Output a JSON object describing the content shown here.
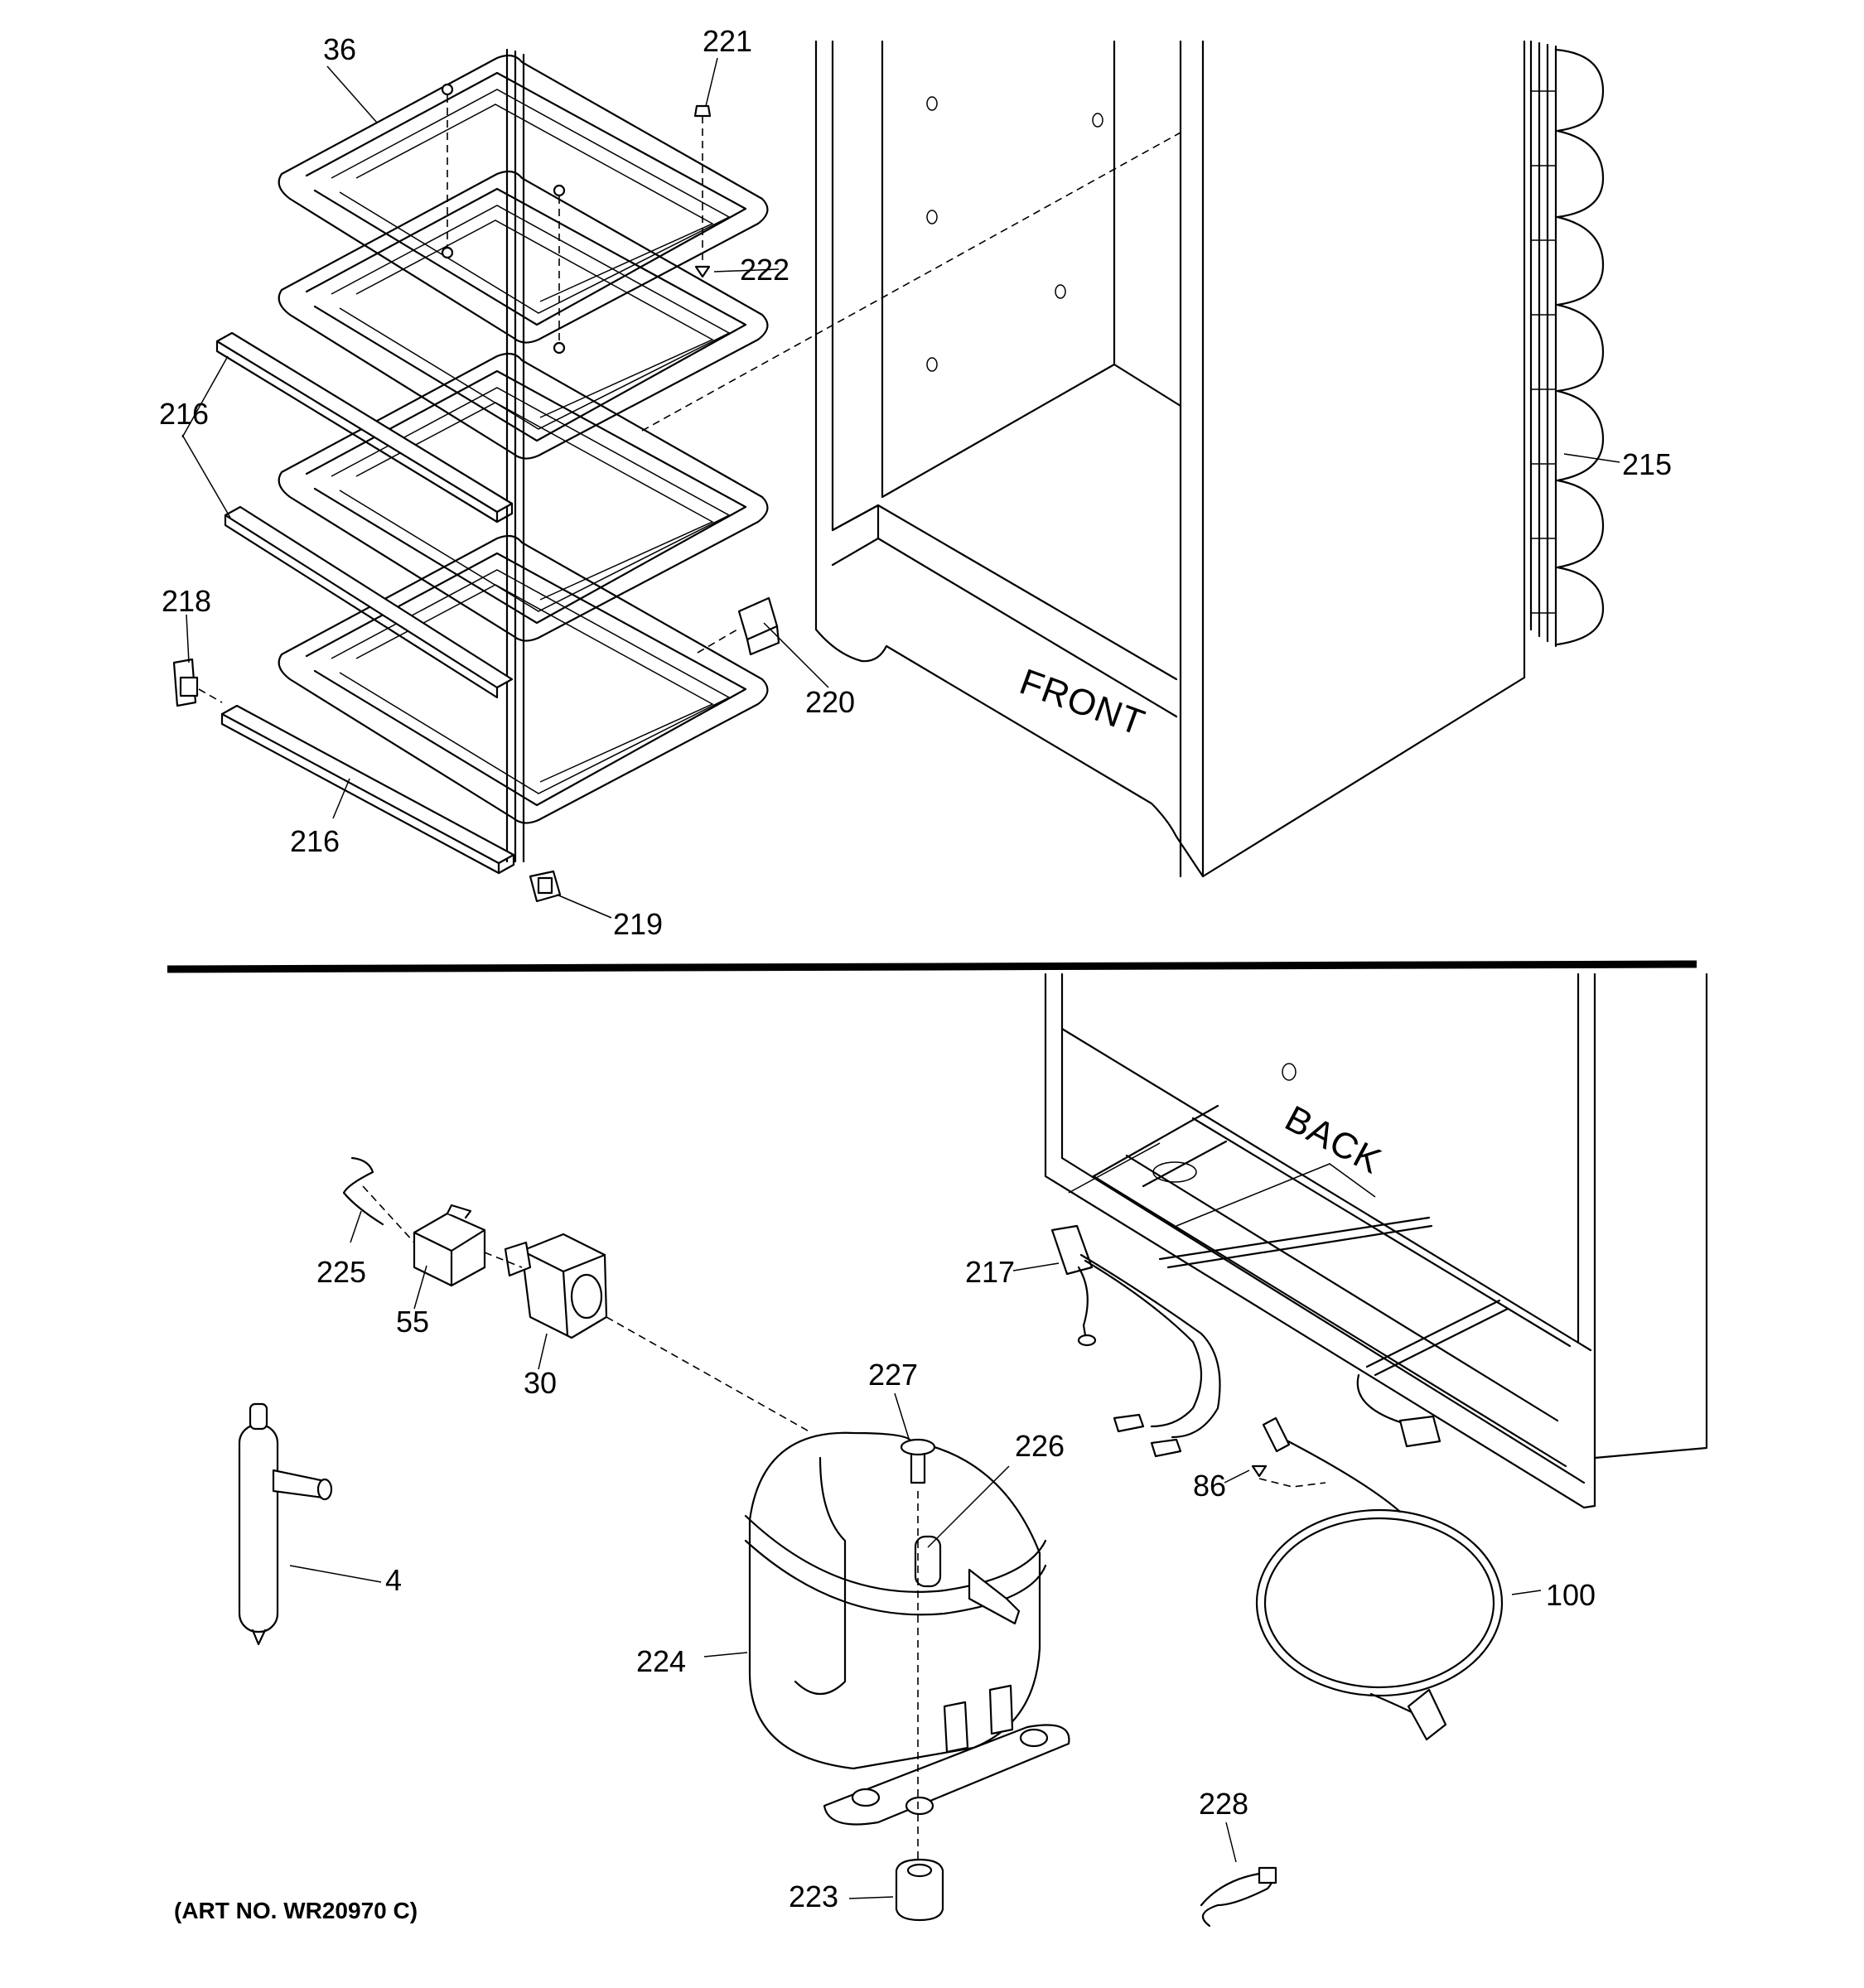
{
  "art_number": "(ART NO. WR20970 C)",
  "panel_labels": {
    "front": "FRONT",
    "back": "BACK"
  },
  "callouts": {
    "c36": "36",
    "c221": "221",
    "c222": "222",
    "c216a": "216",
    "c216b": "216",
    "c218": "218",
    "c219": "219",
    "c220": "220",
    "c215": "215",
    "c217": "217",
    "c225": "225",
    "c55": "55",
    "c30": "30",
    "c227": "227",
    "c226": "226",
    "c86": "86",
    "c4": "4",
    "c224": "224",
    "c100": "100",
    "c228": "228",
    "c223": "223"
  }
}
